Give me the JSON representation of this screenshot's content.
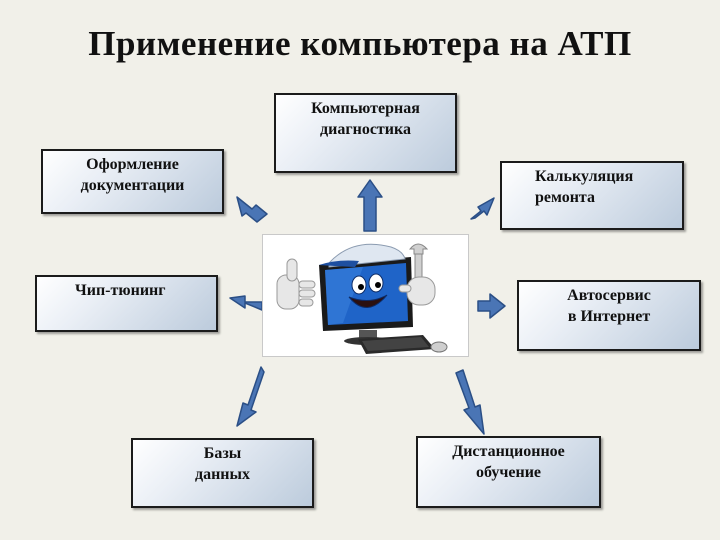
{
  "title": "Применение компьютера на АТП",
  "boxes": {
    "diagnostics": {
      "line1": "Компьютерная",
      "line2": "диагностика"
    },
    "documentation": {
      "line1": "Оформление",
      "line2": "документации"
    },
    "calculation": {
      "line1": "Калькуляция",
      "line2": "ремонта"
    },
    "chip_tuning": {
      "line1": "Чип-тюнинг"
    },
    "autoservice": {
      "line1": "Автосервис",
      "line2": "в Интернет"
    },
    "databases": {
      "line1": "Базы",
      "line2": "данных"
    },
    "distance_learning": {
      "line1": "Дистанционное",
      "line2": "обучение"
    }
  },
  "colors": {
    "arrow_fill": "#4a75b5",
    "arrow_stroke": "#2b4f86",
    "monitor_screen": "#1f64c8",
    "cap": "#dfe7f1"
  }
}
